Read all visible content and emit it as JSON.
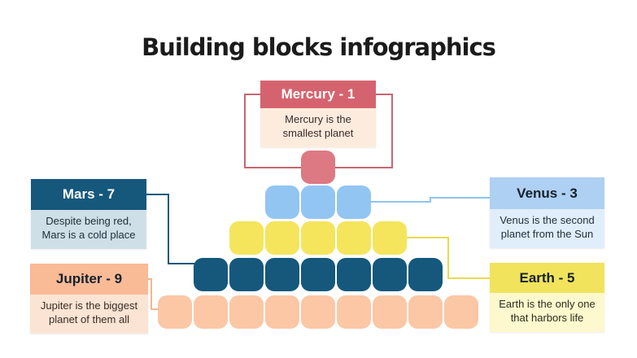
{
  "title": "Building blocks infographics",
  "background_color": "#ffffff",
  "title_color": "#1b1b1b",
  "planets": [
    {
      "id": "mercury",
      "label": "Mercury - 1",
      "description": "Mercury is the smallest planet",
      "count": 1,
      "header_bg": "#d5636f",
      "header_text_color": "#ffffff",
      "desc_bg": "#fdecdd",
      "desc_text_color": "#3a2a2c",
      "block_color": "#dd7983",
      "line_color": "#cb6572"
    },
    {
      "id": "venus",
      "label": "Venus - 3",
      "description": "Venus is the second planet from the Sun",
      "count": 3,
      "header_bg": "#aed0f2",
      "header_text_color": "#14212b",
      "desc_bg": "#e0eefb",
      "desc_text_color": "#22313c",
      "block_color": "#92c5f2",
      "line_color": "#8fc3ef"
    },
    {
      "id": "earth",
      "label": "Earth - 5",
      "description": "Earth is the only one that harbors life",
      "count": 5,
      "header_bg": "#f2e35c",
      "header_text_color": "#14212b",
      "desc_bg": "#fdf8cd",
      "desc_text_color": "#2e2c1e",
      "block_color": "#f4e55c",
      "line_color": "#ecd94e"
    },
    {
      "id": "mars",
      "label": "Mars - 7",
      "description": "Despite being red, Mars is a cold place",
      "count": 7,
      "header_bg": "#15587c",
      "header_text_color": "#ffffff",
      "desc_bg": "#cfdfe7",
      "desc_text_color": "#1d2e38",
      "block_color": "#15587c",
      "line_color": "#15587c"
    },
    {
      "id": "jupiter",
      "label": "Jupiter - 9",
      "description": "Jupiter is the biggest planet of them all",
      "count": 9,
      "header_bg": "#f9ba96",
      "header_text_color": "#14212b",
      "desc_bg": "#fce4d4",
      "desc_text_color": "#3a2b23",
      "block_color": "#fbc7a5",
      "line_color": "#f5b68f"
    }
  ],
  "pyramid": {
    "rows": [
      {
        "planet": "mercury",
        "count": 1
      },
      {
        "planet": "venus",
        "count": 3
      },
      {
        "planet": "earth",
        "count": 5
      },
      {
        "planet": "mars",
        "count": 7
      },
      {
        "planet": "jupiter",
        "count": 9
      }
    ]
  }
}
